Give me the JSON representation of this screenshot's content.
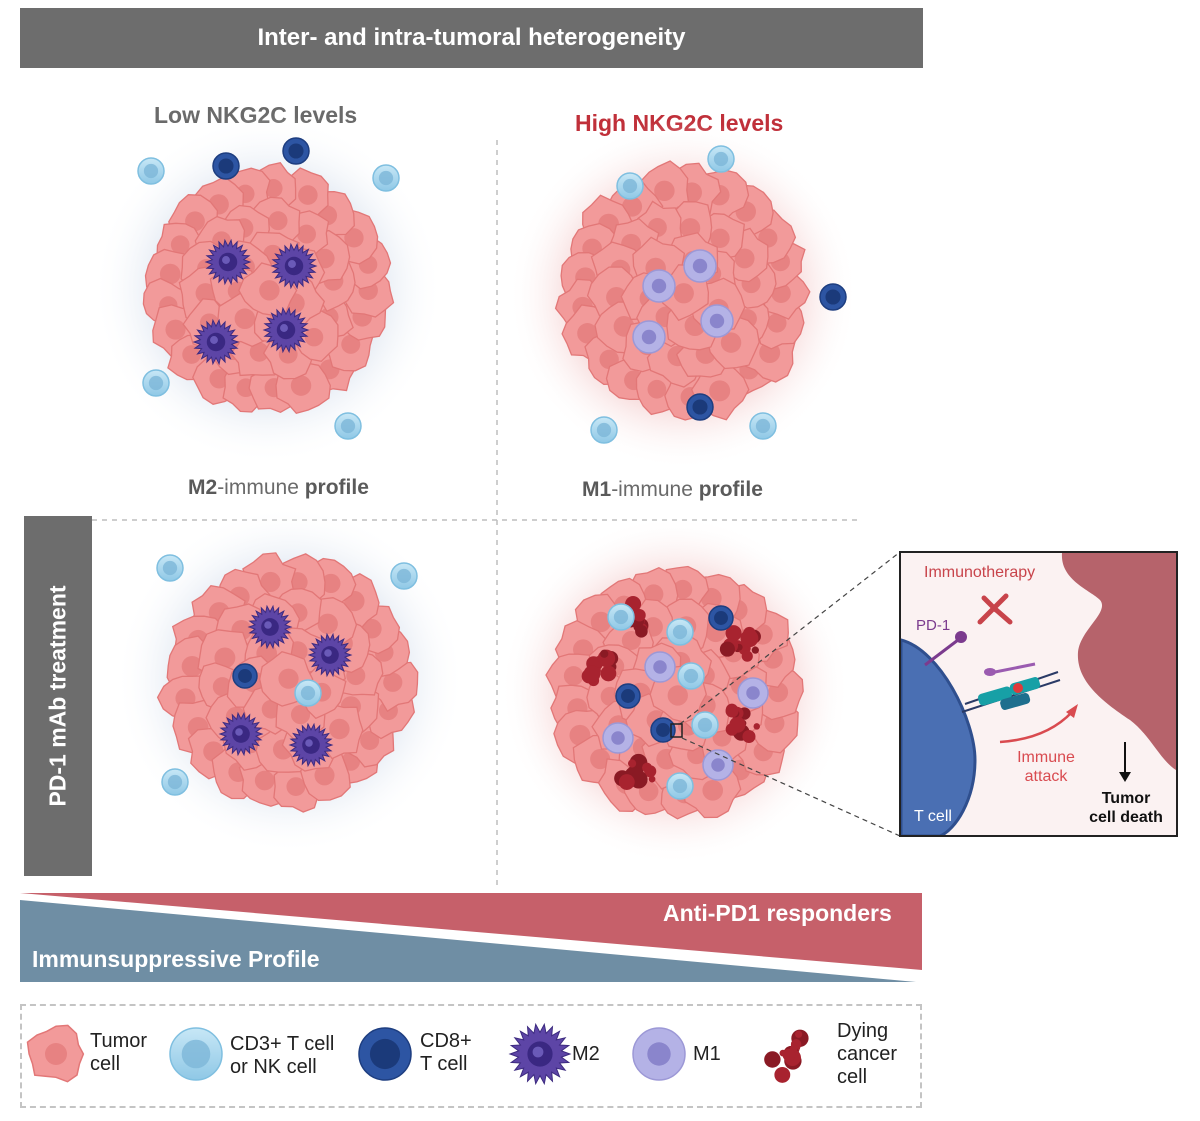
{
  "banner": {
    "title": "Inter- and intra-tumoral heterogeneity"
  },
  "columns": {
    "left": {
      "heading": "Low NKG2C levels",
      "profile_bold": "M2",
      "profile_mid": "-immune ",
      "profile_end": "profile"
    },
    "right": {
      "heading": "High NKG2C levels",
      "profile_bold": "M1",
      "profile_mid": "-immune ",
      "profile_end": "profile"
    }
  },
  "side_tab": {
    "label": "PD-1 mAb treatment"
  },
  "inset": {
    "immunotherapy": "Immunotherapy",
    "pd1": "PD-1",
    "immune_attack_1": "Immune",
    "immune_attack_2": "attack",
    "t_cell": "T cell",
    "tumor_death_1": "Tumor",
    "tumor_death_2": "cell death"
  },
  "gradient_bar": {
    "top_label": "Anti-PD1 responders",
    "bottom_label": "Immunsuppressive Profile"
  },
  "legend": {
    "items": [
      {
        "line1": "Tumor",
        "line2": "cell",
        "line3": ""
      },
      {
        "line1": "CD3+ T cell",
        "line2": "or NK cell",
        "line3": ""
      },
      {
        "line1": "CD8+",
        "line2": "T cell",
        "line3": ""
      },
      {
        "line1": "M2",
        "line2": "",
        "line3": ""
      },
      {
        "line1": "M1",
        "line2": "",
        "line3": ""
      },
      {
        "line1": "Dying",
        "line2": "cancer",
        "line3": "cell"
      }
    ]
  },
  "colors": {
    "banner": "#6d6d6d",
    "tumor": "#f29a9a",
    "tumor_dark": "#e27777",
    "cd3": "#9fd3ec",
    "cd8": "#2d55a3",
    "m2": "#5d45a6",
    "m1": "#b4b2e6",
    "dying": "#a8232f",
    "red_heading": "#c0303a",
    "responders_bar": "#c6606a",
    "suppressive_bar": "#6f8ea4"
  }
}
